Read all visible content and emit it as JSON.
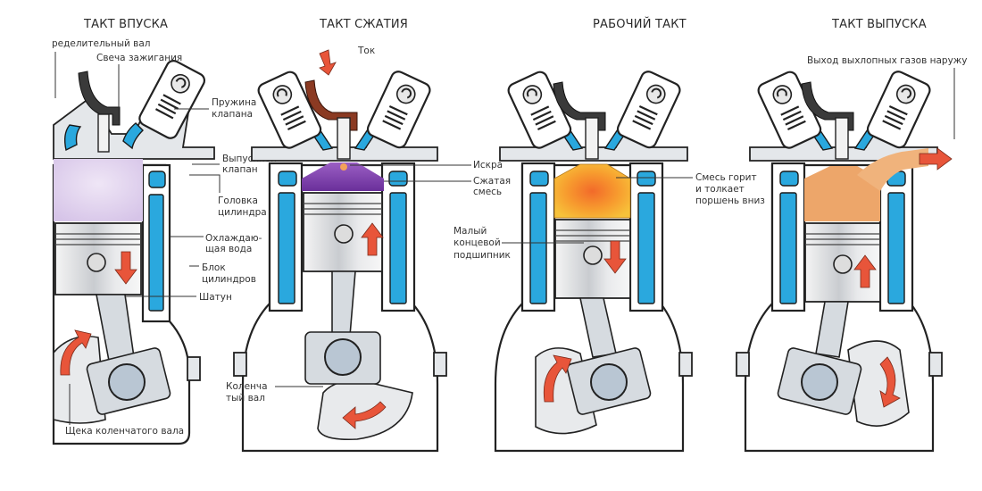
{
  "diagram": {
    "subject": "Четырёхтактный двигатель внутреннего сгорания",
    "colors": {
      "coolant": "#2aa8de",
      "intake_mixture": "#d9c8ea",
      "compressed_mixture": "#7a3fa8",
      "combustion_outer": "#f7b32b",
      "combustion_inner": "#f26a2a",
      "exhaust": "#eda66a",
      "motion_arrow": "#e8553a"
    },
    "strokes": [
      {
        "title": "ТАКТ ВПУСКА",
        "chamber": "intake_mixture",
        "piston_motion": "down",
        "labels": [
          {
            "text": "ределительный вал"
          },
          {
            "text": "Свеча зажигания"
          },
          {
            "text": "Пружина",
            "text2": "клапана"
          },
          {
            "text": "Выпускной",
            "text2": "клапан"
          },
          {
            "text": "Головка",
            "text2": "цилиндра"
          },
          {
            "text": "Охлаждаю-",
            "text2": "щая вода"
          },
          {
            "text": "Блок",
            "text2": "цилиндров"
          },
          {
            "text": "Шатун"
          },
          {
            "text": "Щека коленчатого вала"
          }
        ]
      },
      {
        "title": "ТАКТ СЖАТИЯ",
        "chamber": "compressed_mixture",
        "piston_motion": "up",
        "labels": [
          {
            "text": "Ток"
          },
          {
            "text": "Искра"
          },
          {
            "text": "Сжатая",
            "text2": "смесь"
          },
          {
            "text": "Коленча",
            "text2": "тый вал"
          }
        ]
      },
      {
        "title": "РАБОЧИЙ ТАКТ",
        "chamber": "combustion",
        "piston_motion": "down",
        "labels": [
          {
            "text": "Малый",
            "text2": "концевой",
            "text3": "подшипник"
          },
          {
            "text": "Смесь горит",
            "text2": "и толкает",
            "text3": "поршень вниз"
          }
        ]
      },
      {
        "title": "ТАКТ ВЫПУСКА",
        "chamber": "exhaust",
        "piston_motion": "up",
        "labels": [
          {
            "text": "Выход выхлопных газов наружу"
          }
        ]
      }
    ]
  }
}
